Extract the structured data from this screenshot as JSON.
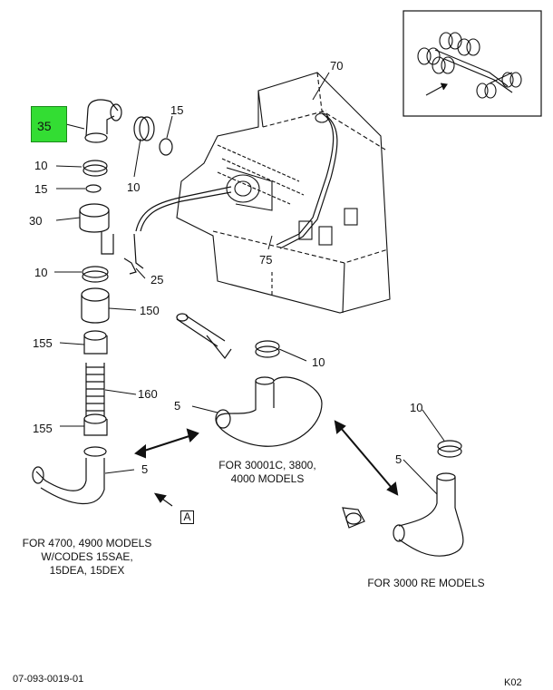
{
  "callouts": {
    "c35": "35",
    "c10a": "10",
    "c15a": "15",
    "c30": "30",
    "c10b": "10",
    "c15b": "15",
    "c10c": "10",
    "c70": "70",
    "c75": "75",
    "c25": "25",
    "c150": "150",
    "c155a": "155",
    "c160": "160",
    "c155b": "155",
    "c5a": "5",
    "c10d": "10",
    "c5b": "5",
    "c10e": "10",
    "c5c": "5"
  },
  "captions": {
    "models_30001c": [
      "FOR 30001C, 3800,",
      "4000 MODELS"
    ],
    "models_4700": [
      "FOR 4700, 4900 MODELS",
      "W/CODES 15SAE,",
      "15DEA, 15DEX"
    ],
    "models_3000re": [
      "FOR 3000 RE MODELS"
    ]
  },
  "ref_marker": "A",
  "footer": {
    "drawing_number": "07-093-0019-01",
    "sheet_code": "K02"
  },
  "colors": {
    "highlight": "#33dd33",
    "line": "#111111"
  }
}
